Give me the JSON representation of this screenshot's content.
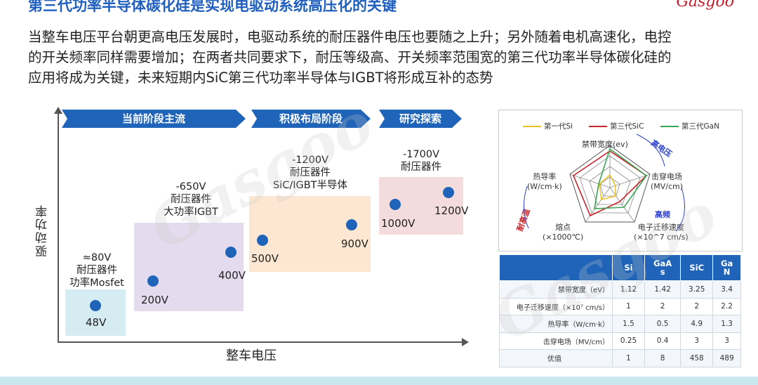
{
  "header": {
    "title": "第三代功率半导体碳化硅是实现电驱动系统高压化的关键",
    "logo": "Gasgoo"
  },
  "intro": {
    "line1": "当整车电压平台朝更高电压发展时，电驱动系统的耐压器件电压也要随之上升；另外随着电机高速化，电控",
    "line2": "的开关频率同样需要增加；在两者共同要求下，耐压等级高、开关频率范围宽的第三代功率半导体碳化硅的",
    "line3": "应用将成为关键，未来短期内SiC第三代功率半导体与IGBT将形成互补的态势"
  },
  "chart": {
    "ylabel": "驱动功率",
    "xlabel": "整车电压",
    "banners": [
      "当前阶段主流",
      "积极布局阶段",
      "研究探索"
    ],
    "zones": [
      {
        "line1": "≈80V",
        "line2": "耐压器件",
        "line3": "功率Mosfet",
        "points": [
          "48V"
        ],
        "color": "#d6ecf3"
      },
      {
        "line1": "-650V",
        "line2": "耐压器件",
        "line3": "大功率IGBT",
        "points": [
          "200V",
          "400V"
        ],
        "color": "#e4dcee"
      },
      {
        "line1": "-1200V",
        "line2": "耐压器件",
        "line3": "SiC/IGBT半导体",
        "points": [
          "500V",
          "900V"
        ],
        "color": "#fde7d2"
      },
      {
        "line1": "-1700V",
        "line2": "耐压器件",
        "line3": "",
        "points": [
          "1000V",
          "1200V"
        ],
        "color": "#f4dcdc"
      }
    ]
  },
  "radar": {
    "legend": [
      {
        "name": "第一代Si",
        "color": "#f0c020"
      },
      {
        "name": "第三代SiC",
        "color": "#c8232c"
      },
      {
        "name": "第三代GaN",
        "color": "#3aa655"
      }
    ],
    "axes": {
      "top": "禁带宽度(ev)",
      "right_1": "击穿电场",
      "right_2": "(MV/cm)",
      "left_1": "热导率",
      "left_2": "(W/cm·k)",
      "bl_1": "熔点",
      "bl_2": "(×1000℃)",
      "br_1": "电子迁移速度",
      "br_2": "(×10^7 cm/s)"
    },
    "tags": {
      "high_voltage": "高电压",
      "high_freq": "高频",
      "high_temp": "耐高温"
    }
  },
  "table": {
    "headers": [
      "",
      "Si",
      "GaA\ns",
      "SiC",
      "Ga\nN"
    ],
    "rows": [
      {
        "label": "禁带宽度（eV）",
        "values": [
          "1.12",
          "1.42",
          "3.25",
          "3.4"
        ]
      },
      {
        "label": "电子迁移速度（×10⁷ cm/s）",
        "values": [
          "1",
          "2",
          "2",
          "2.2"
        ]
      },
      {
        "label": "热导率（W/cm·k）",
        "values": [
          "1.5",
          "0.5",
          "4.9",
          "1.3"
        ]
      },
      {
        "label": "击穿电场（MV/cm）",
        "values": [
          "0.25",
          "0.4",
          "3",
          "3"
        ]
      },
      {
        "label": "优值",
        "values": [
          "1",
          "8",
          "458",
          "489"
        ]
      }
    ]
  }
}
